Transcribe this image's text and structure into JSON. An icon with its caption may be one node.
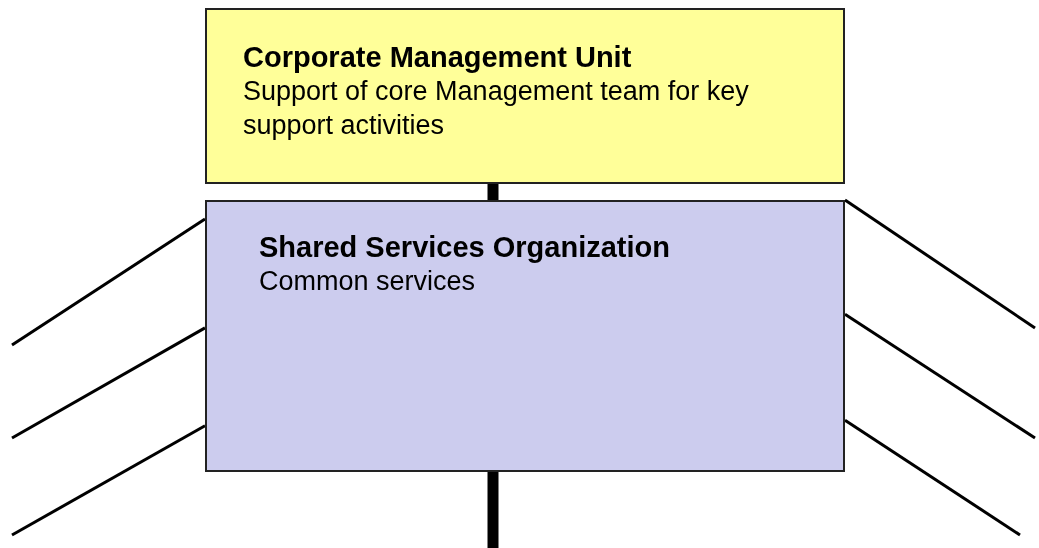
{
  "diagram": {
    "nodes": [
      {
        "text": [
          "Corporate Management Unit",
          "Support of core Management team for key support activities"
        ]
      },
      {
        "text": [
          "Shared Services Organization",
          "Common services"
        ]
      }
    ],
    "edges": [
      {
        "from": 0,
        "to": 1,
        "arrow": "none",
        "style": "thick"
      },
      {
        "from": 1,
        "to": null,
        "arrow": "none",
        "style": "thick"
      },
      {
        "from": 1,
        "to": null,
        "arrow": "none"
      },
      {
        "from": 1,
        "to": null,
        "arrow": "none"
      },
      {
        "from": 1,
        "to": null,
        "arrow": "none"
      },
      {
        "from": 1,
        "to": null,
        "arrow": "none"
      },
      {
        "from": 1,
        "to": null,
        "arrow": "none"
      },
      {
        "from": 1,
        "to": null,
        "arrow": "none"
      }
    ]
  }
}
